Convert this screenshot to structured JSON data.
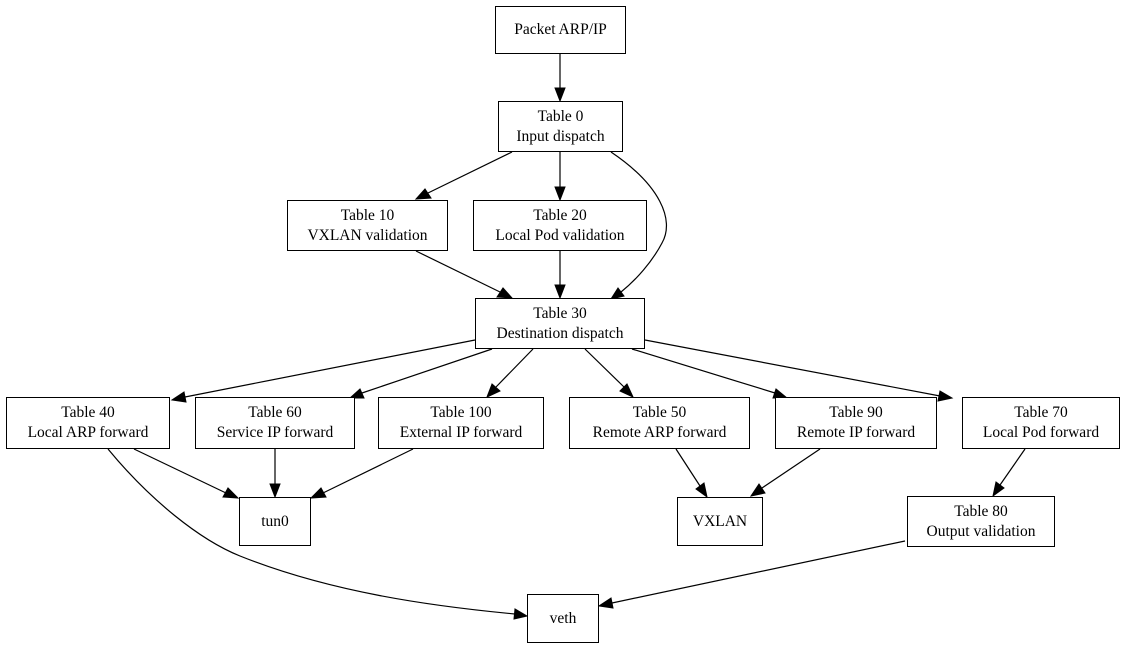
{
  "nodes": {
    "packet": {
      "line1": "Packet ARP/IP"
    },
    "t0": {
      "line1": "Table 0",
      "line2": "Input dispatch"
    },
    "t10": {
      "line1": "Table 10",
      "line2": "VXLAN validation"
    },
    "t20": {
      "line1": "Table 20",
      "line2": "Local Pod validation"
    },
    "t30": {
      "line1": "Table 30",
      "line2": "Destination dispatch"
    },
    "t40": {
      "line1": "Table 40",
      "line2": "Local ARP forward"
    },
    "t60": {
      "line1": "Table 60",
      "line2": "Service IP forward"
    },
    "t100": {
      "line1": "Table 100",
      "line2": "External IP forward"
    },
    "t50": {
      "line1": "Table 50",
      "line2": "Remote ARP forward"
    },
    "t90": {
      "line1": "Table 90",
      "line2": "Remote IP forward"
    },
    "t70": {
      "line1": "Table 70",
      "line2": "Local Pod forward"
    },
    "tun0": {
      "line1": "tun0"
    },
    "vxlan": {
      "line1": "VXLAN"
    },
    "t80": {
      "line1": "Table 80",
      "line2": "Output validation"
    },
    "veth": {
      "line1": "veth"
    }
  },
  "edges": [
    [
      "packet",
      "t0"
    ],
    [
      "t0",
      "t10"
    ],
    [
      "t0",
      "t20"
    ],
    [
      "t0",
      "t30"
    ],
    [
      "t10",
      "t30"
    ],
    [
      "t20",
      "t30"
    ],
    [
      "t30",
      "t40"
    ],
    [
      "t30",
      "t60"
    ],
    [
      "t30",
      "t100"
    ],
    [
      "t30",
      "t50"
    ],
    [
      "t30",
      "t90"
    ],
    [
      "t30",
      "t70"
    ],
    [
      "t40",
      "tun0"
    ],
    [
      "t40",
      "veth"
    ],
    [
      "t60",
      "tun0"
    ],
    [
      "t100",
      "tun0"
    ],
    [
      "t50",
      "vxlan"
    ],
    [
      "t90",
      "vxlan"
    ],
    [
      "t70",
      "t80"
    ],
    [
      "t80",
      "veth"
    ]
  ]
}
